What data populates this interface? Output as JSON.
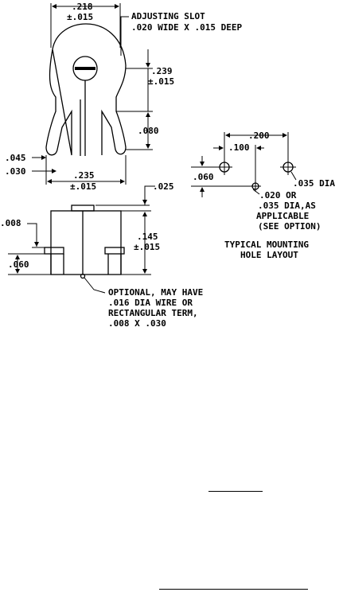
{
  "top_view": {
    "dim_width": ".218",
    "dim_width_tol": "±.015",
    "slot_title": "ADJUSTING SLOT",
    "slot_detail": ".020 WIDE X .015 DEEP",
    "dim_height": ".239",
    "dim_height_tol": "±.015",
    "dim_lead_length": ".080",
    "dim_lead_a": ".045",
    "dim_lead_b": ".030",
    "dim_pitch": ".235",
    "dim_pitch_tol": "±.015"
  },
  "side_view": {
    "dim_pin_top": ".025",
    "dim_standoff": ".008",
    "dim_body": ".145",
    "dim_body_tol": "±.015",
    "dim_pin_height": ".060",
    "note_lines": [
      "OPTIONAL, MAY HAVE",
      ".016 DIA WIRE OR",
      "RECTANGULAR TERM,",
      ".008 X .030"
    ]
  },
  "mounting": {
    "dim_spacing": ".200",
    "dim_half": ".100",
    "dim_offset": ".060",
    "hole_dia": ".035 DIA",
    "note_lines": [
      ".020 OR",
      ".035 DIA,AS",
      "APPLICABLE",
      "(SEE OPTION)"
    ],
    "caption_lines": [
      "TYPICAL MOUNTING",
      "HOLE LAYOUT"
    ]
  }
}
